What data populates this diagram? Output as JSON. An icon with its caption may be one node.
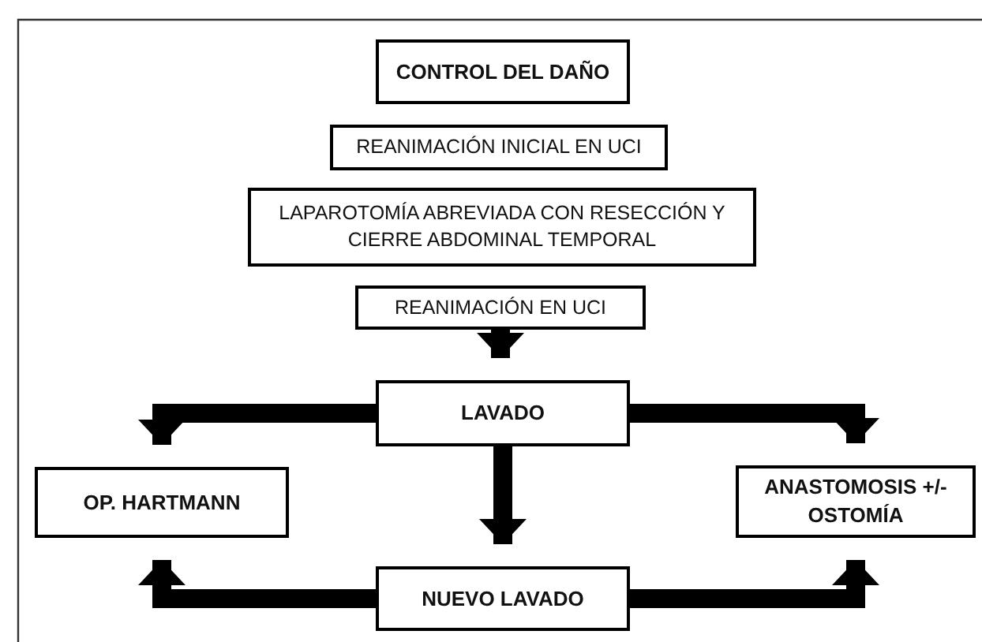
{
  "diagram": {
    "nodes": [
      {
        "text": [
          "CONTROL DEL DAÑO"
        ]
      },
      {
        "text": [
          "REANIMACIÓN INICIAL EN UCI"
        ]
      },
      {
        "text": [
          "LAPAROTOMÍA ABREVIADA CON RESECCIÓN Y CIERRE ABDOMINAL TEMPORAL"
        ]
      },
      {
        "text": [
          "REANIMACIÓN EN UCI"
        ]
      },
      {
        "text": [
          "LAVADO"
        ]
      },
      {
        "text": [
          "OP. HARTMANN"
        ]
      },
      {
        "text": [
          "ANASTOMOSIS +/- OSTOMÍA"
        ]
      },
      {
        "text": [
          "NUEVO LAVADO"
        ]
      }
    ],
    "edges": [
      {
        "from": 3,
        "to": 4,
        "arrow": "to"
      },
      {
        "from": 4,
        "to": 5,
        "arrow": "to"
      },
      {
        "from": 4,
        "to": 6,
        "arrow": "to"
      },
      {
        "from": 4,
        "to": 7,
        "arrow": "to"
      },
      {
        "from": 7,
        "to": 5,
        "arrow": "to"
      },
      {
        "from": 7,
        "to": 6,
        "arrow": "to"
      }
    ]
  }
}
